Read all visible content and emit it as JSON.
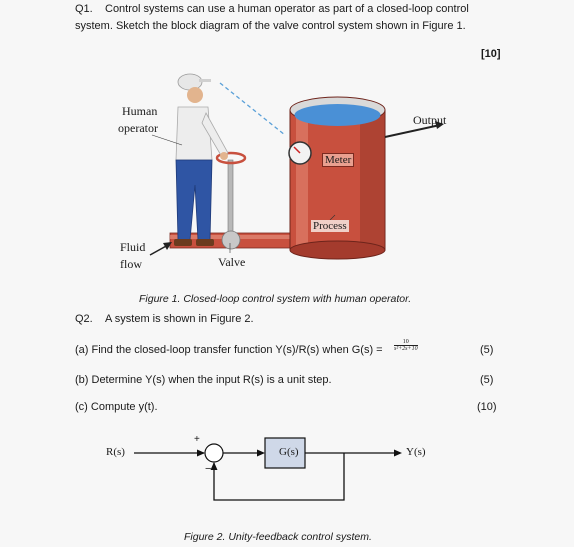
{
  "q1": {
    "number": "Q1.",
    "line1": "Control systems can use a human operator as part of a closed-loop control",
    "line2": "system. Sketch the block diagram of the valve control system shown in Figure 1.",
    "marks": "[10]"
  },
  "figure1": {
    "labels": {
      "human": "Human",
      "operator": "operator",
      "output": "Output",
      "meter": "Meter",
      "process": "Process",
      "fluid": "Fluid",
      "flow": "flow",
      "valve": "Valve"
    },
    "caption": "Figure 1. Closed-loop control system with human operator."
  },
  "q2": {
    "number": "Q2.",
    "intro": "A system is shown in Figure 2.",
    "parts": [
      {
        "text": "(a) Find the closed-loop transfer function Y(s)/R(s) when G(s) =",
        "marks": "(5)"
      },
      {
        "text": "(b) Determine Y(s) when the input R(s) is a unit step.",
        "marks": "(5)"
      },
      {
        "text": "(c) Compute y(t).",
        "marks": "(10)"
      }
    ],
    "gs_fraction": {
      "numerator": "10",
      "denominator": "s²+2s+10"
    }
  },
  "figure2": {
    "r_label": "R(s)",
    "g_label": "G(s)",
    "y_label": "Y(s)",
    "plus": "+",
    "minus": "−",
    "caption": "Figure 2. Unity-feedback control system."
  },
  "colors": {
    "tank_red": "#c8503e",
    "water_blue": "#4a90d6",
    "block_fill": "#cfd8e8"
  }
}
